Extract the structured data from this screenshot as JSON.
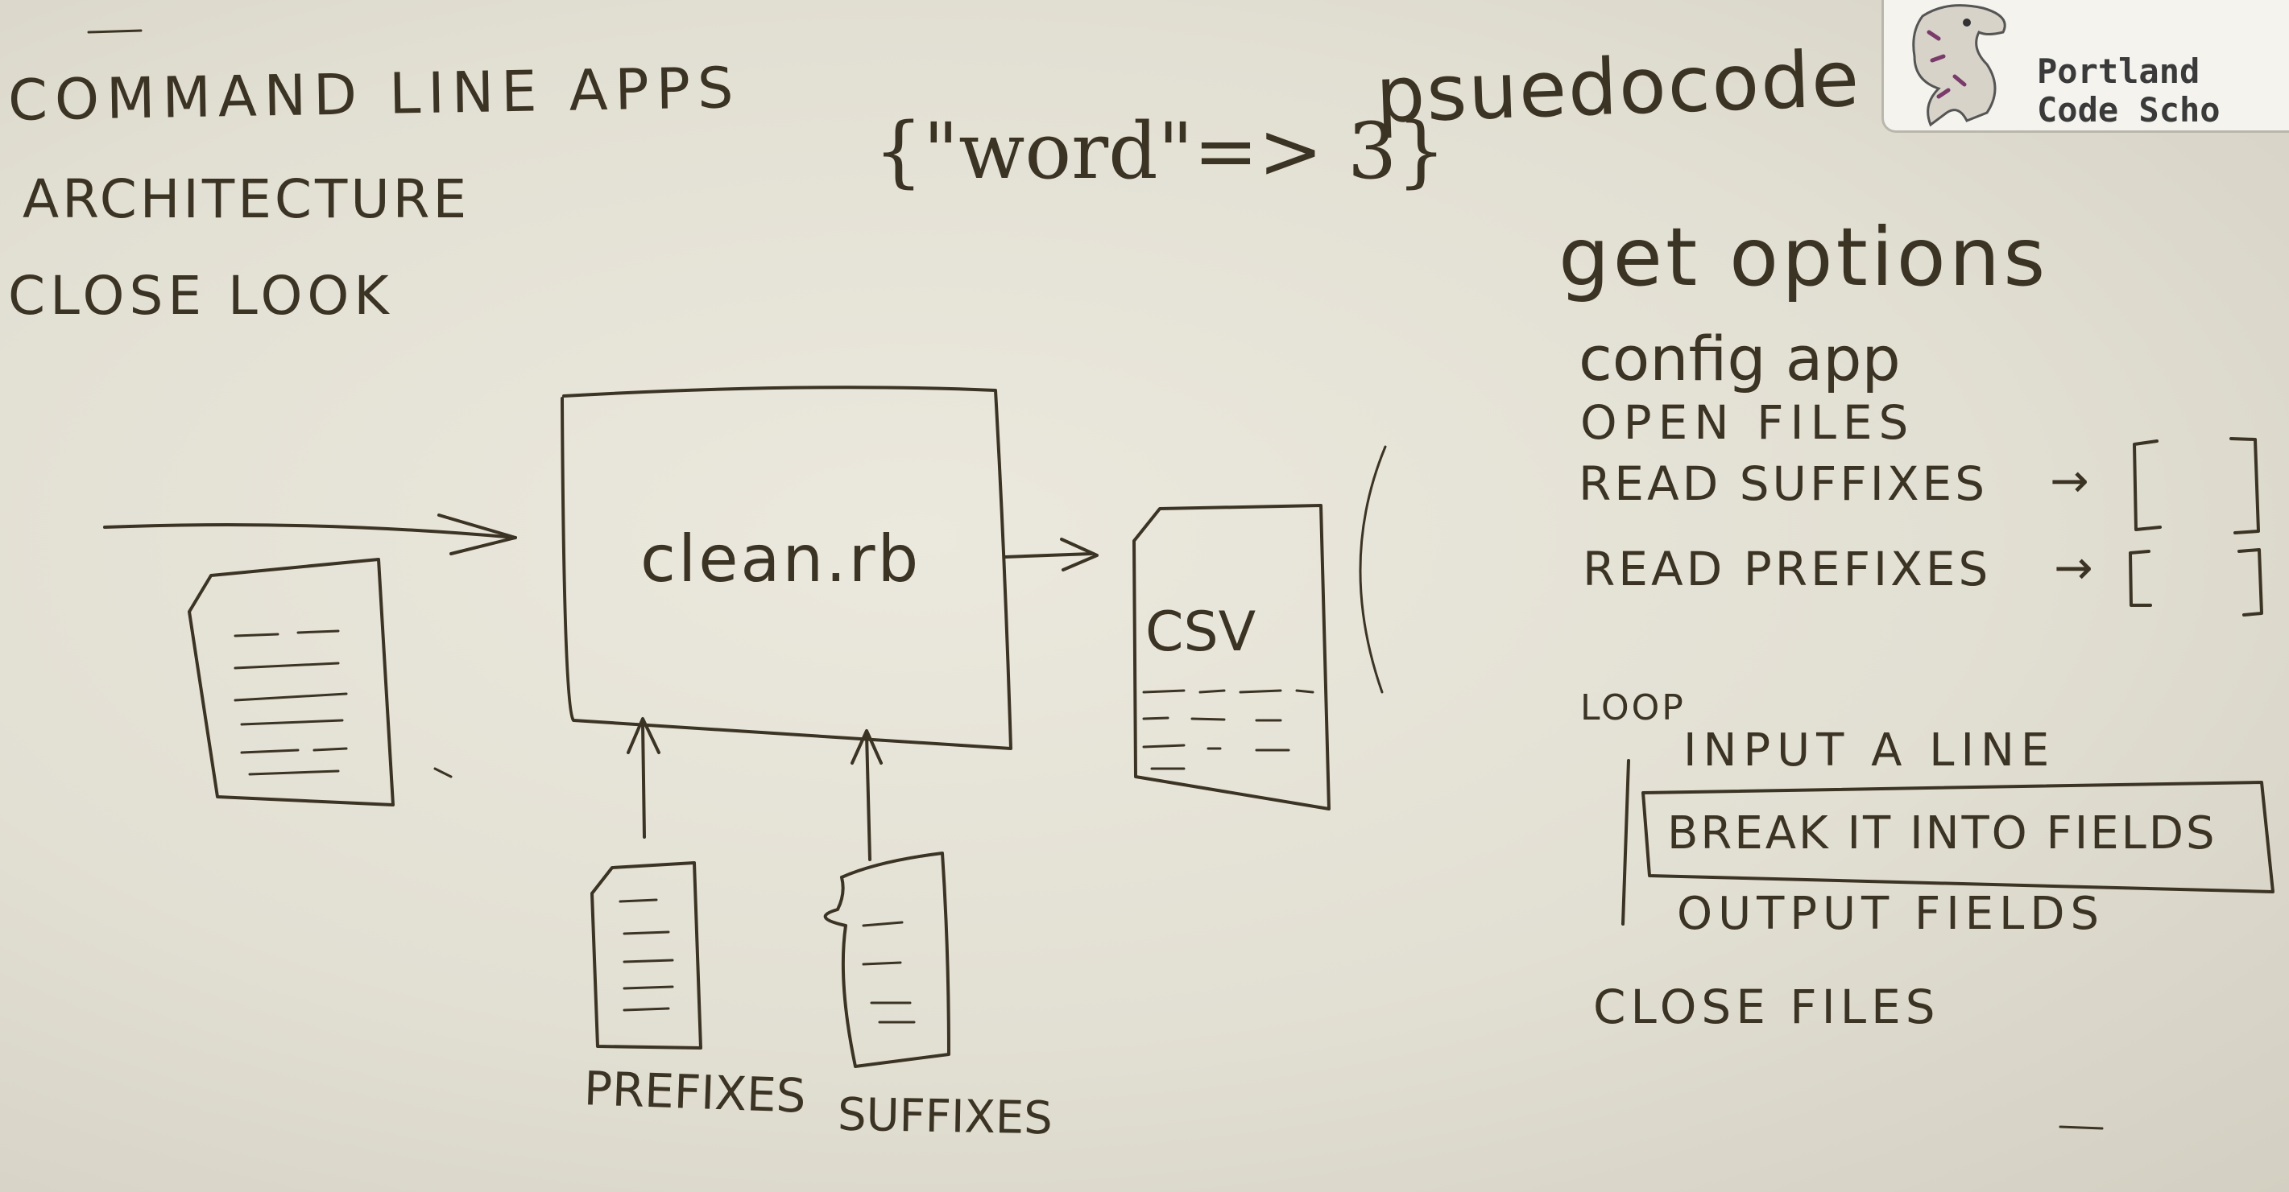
{
  "title_lines": [
    "COMMAND LINE APPS",
    "ARCHITECTURE",
    "CLOSE LOOK"
  ],
  "hash_example": "{\"word\"=> 3}",
  "pseudocode_label": "psuedocode",
  "logo": {
    "line1": "Portland",
    "line2": "Code Scho"
  },
  "diagram": {
    "center_box": "clean.rb",
    "output_doc": "CSV",
    "input_left": "PREFIXES",
    "input_right": "SUFFIXES"
  },
  "pseudocode": {
    "heading": "get options",
    "steps": [
      "config app",
      "OPEN FILES",
      "READ SUFFIXES",
      "READ PREFIXES"
    ],
    "loop_label": "LOOP",
    "loop_steps": [
      "INPUT A LINE",
      "BREAK IT INTO FIELDS",
      "OUTPUT FIELDS"
    ],
    "final_step": "CLOSE FILES"
  }
}
